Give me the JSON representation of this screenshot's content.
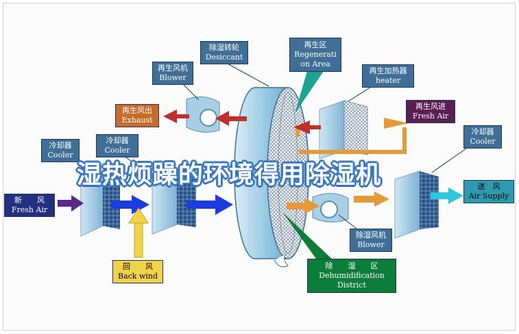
{
  "banner": "湿热烦躁的环境得用除湿机",
  "labels": {
    "desiccant": {
      "zh": "除湿转轮",
      "en": "Desiccant"
    },
    "regeneration_area": {
      "zh": "再生区",
      "en1": "Regenerati",
      "en2": "on Area"
    },
    "regen_blower": {
      "zh": "再生风机",
      "en": "Blower"
    },
    "regen_heater": {
      "zh": "再生加热器",
      "en": "heater"
    },
    "exhaust": {
      "zh": "再生风出",
      "en": "Exhaust"
    },
    "fresh_air_in": {
      "zh": "再生风进",
      "en": "Fresh Air"
    },
    "cooler_left": {
      "zh": "冷却器",
      "en": "Cooler"
    },
    "cooler_mid": {
      "zh": "冷却器",
      "en": "Cooler"
    },
    "cooler_right": {
      "zh": "冷却器",
      "en": "Cooler"
    },
    "fresh_air": {
      "zh": "新　　风",
      "en": "Fresh Air"
    },
    "supply": {
      "zh": "送　风",
      "en": "Air Supply"
    },
    "back_wind": {
      "zh": "回　　风",
      "en": "Back wind"
    },
    "dehum_blower": {
      "zh": "除湿风机",
      "en": "Blower"
    },
    "dehum_district": {
      "zh": "除　　湿　　区",
      "en1": "Dehumidification",
      "en2": "District"
    }
  },
  "colors": {
    "label_blue": "#3f6f96",
    "exhaust_orange": "#c86c2c",
    "fresh_purple": "#5a1f52",
    "supply_teal": "#2e9ab0",
    "back_yellow": "#f0d34a",
    "district_green": "#0d7d3a",
    "arrow_red": "#c0302a",
    "arrow_blue": "#1a3ce0",
    "arrow_orange": "#e59a3a",
    "arrow_cyan": "#2ec8e0"
  }
}
